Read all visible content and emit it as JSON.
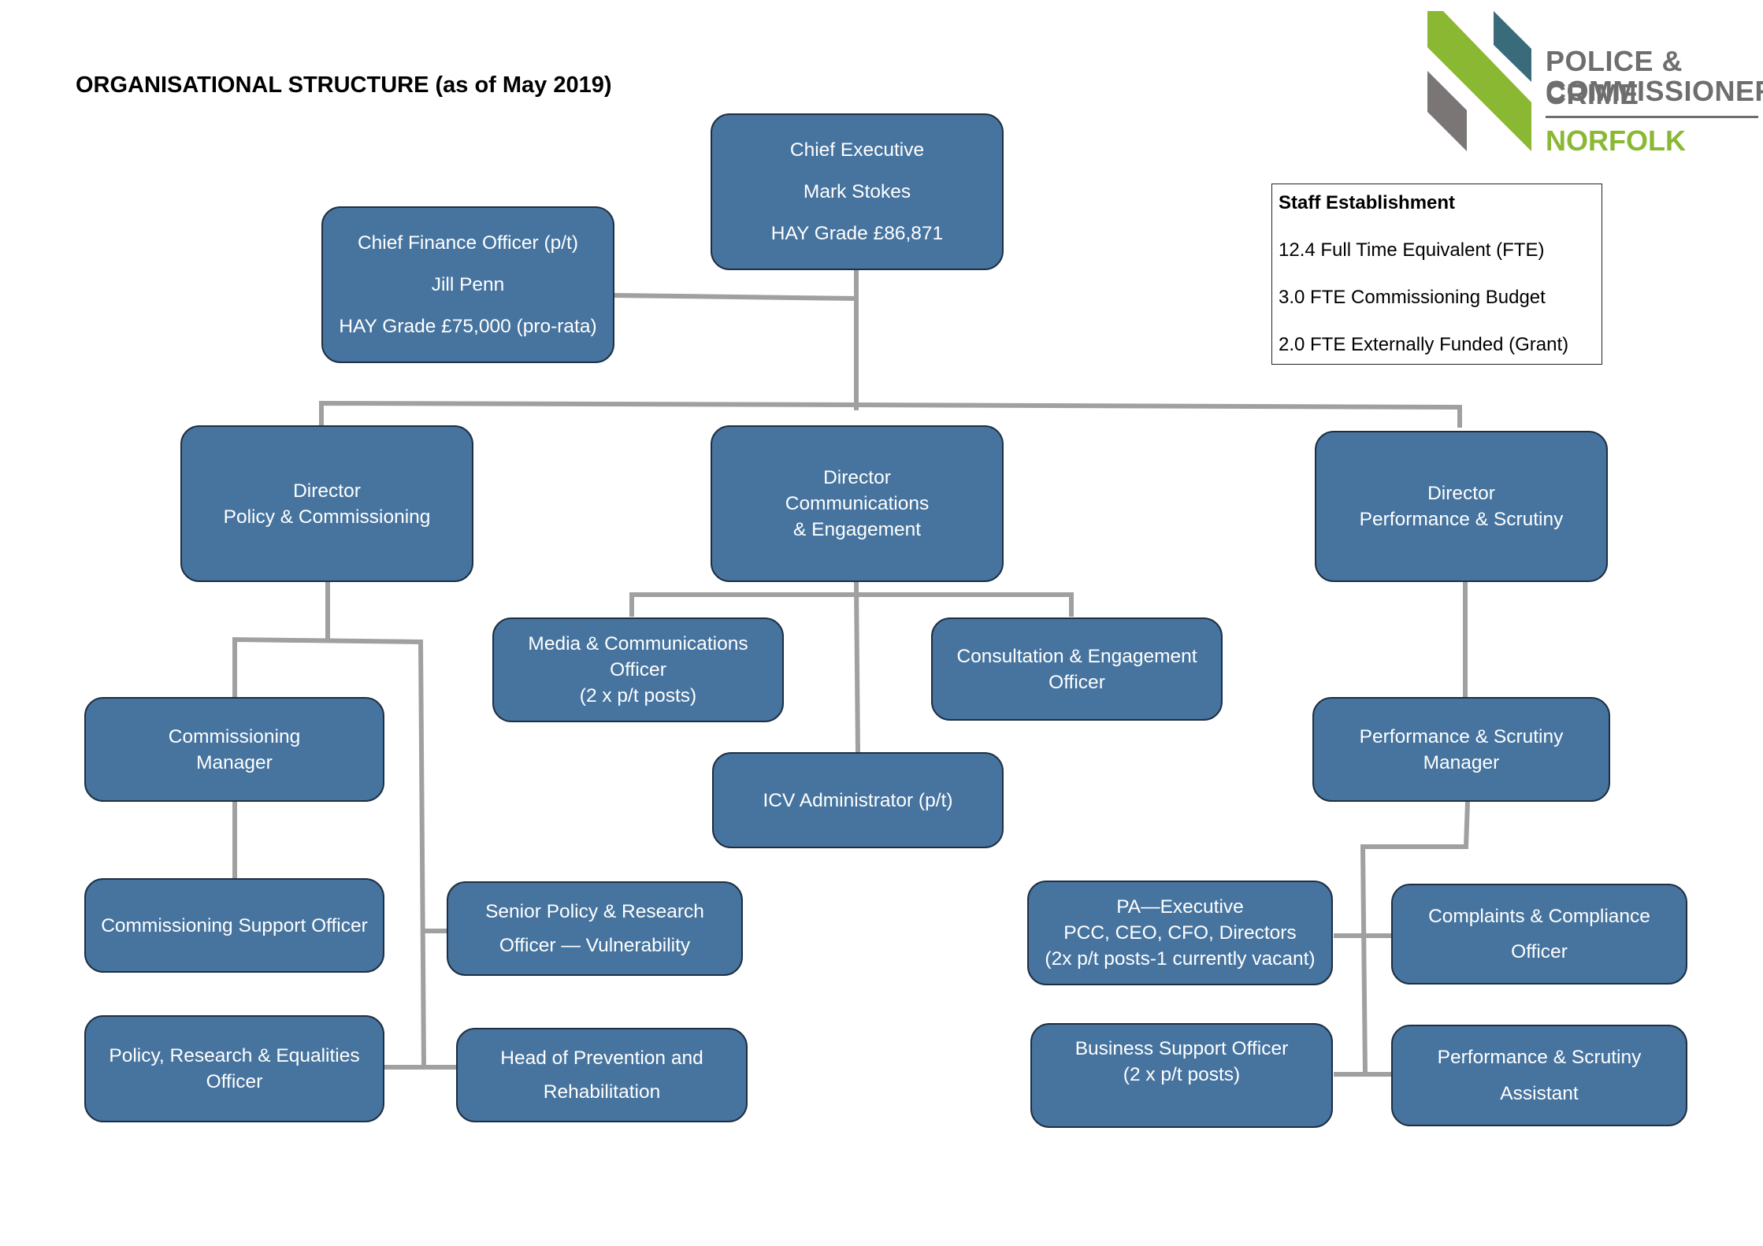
{
  "title": "ORGANISATIONAL STRUCTURE (as of May 2019)",
  "logo": {
    "line1": "POLICE & CRIME",
    "line2": "COMMISSIONER",
    "line3": "NORFOLK"
  },
  "staff_establishment": {
    "heading": "Staff Establishment",
    "lines": [
      "12.4 Full Time Equivalent (FTE)",
      "3.0 FTE Commissioning Budget",
      "2.0 FTE Externally Funded (Grant)"
    ]
  },
  "nodes": {
    "chief_executive": {
      "role": "Chief Executive",
      "name": "Mark Stokes",
      "grade": "HAY Grade £86,871"
    },
    "cfo": {
      "role": "Chief Finance Officer (p/t)",
      "name": "Jill Penn",
      "grade": "HAY Grade £75,000 (pro-rata)"
    },
    "dir_policy": {
      "line1": "Director",
      "line2": "Policy & Commissioning"
    },
    "dir_comms": {
      "line1": "Director",
      "line2": "Communications",
      "line3": "& Engagement"
    },
    "dir_perf": {
      "line1": "Director",
      "line2": "Performance & Scrutiny"
    },
    "media_officer": {
      "line1": "Media & Communications",
      "line2": "Officer",
      "line3": "(2 x p/t posts)"
    },
    "consultation_officer": {
      "line1": "Consultation & Engagement",
      "line2": "Officer"
    },
    "icv_admin": {
      "line1": "ICV Administrator (p/t)"
    },
    "commissioning_manager": {
      "line1": "Commissioning",
      "line2": "Manager"
    },
    "commissioning_support": {
      "line1": "Commissioning Support Officer"
    },
    "policy_officer": {
      "line1": "Policy, Research  & Equalities",
      "line2": "Officer"
    },
    "senior_policy": {
      "line1": "Senior Policy & Research",
      "line2": "Officer — Vulnerability"
    },
    "head_prevention": {
      "line1": "Head of Prevention and",
      "line2": "Rehabilitation"
    },
    "perf_manager": {
      "line1": "Performance & Scrutiny",
      "line2": "Manager"
    },
    "pa_exec": {
      "line1": "PA—Executive",
      "line2": "PCC, CEO, CFO, Directors",
      "line3": "(2x p/t posts-1 currently vacant)"
    },
    "complaints_officer": {
      "line1": "Complaints & Compliance",
      "line2": "Officer"
    },
    "business_support": {
      "line1": "Business Support Officer",
      "line2": "(2 x p/t posts)"
    },
    "perf_assistant": {
      "line1": "Performance & Scrutiny",
      "line2": "Assistant"
    }
  },
  "colors": {
    "box_fill": "#46749f",
    "box_border": "#1e2f42",
    "connector": "#a0a0a0",
    "logo_green": "#8ab833",
    "logo_teal": "#3a6b7a",
    "logo_grey": "#7b7676"
  }
}
